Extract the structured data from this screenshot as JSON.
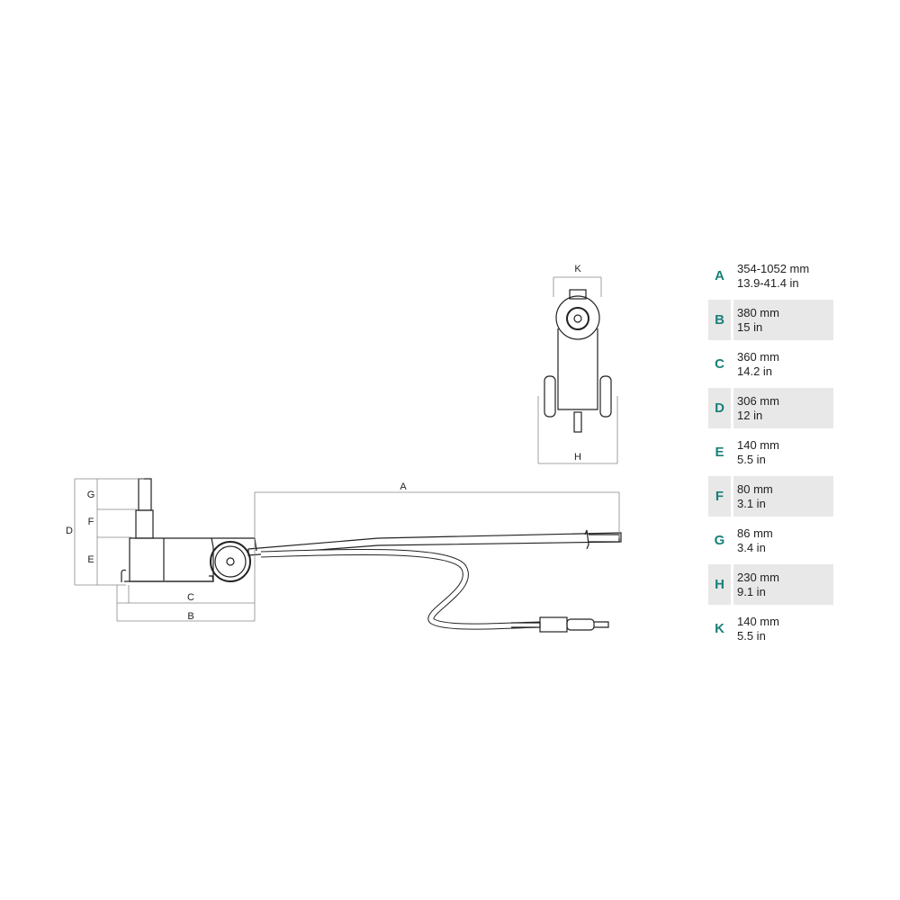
{
  "dimension_labels": {
    "A": "A",
    "B": "B",
    "C": "C",
    "D": "D",
    "E": "E",
    "F": "F",
    "G": "G",
    "H": "H",
    "K": "K"
  },
  "specs": [
    {
      "key": "A",
      "mm": "354-1052 mm",
      "in": "13.9-41.4 in"
    },
    {
      "key": "B",
      "mm": "380 mm",
      "in": "15 in"
    },
    {
      "key": "C",
      "mm": "360 mm",
      "in": "14.2 in"
    },
    {
      "key": "D",
      "mm": "306 mm",
      "in": "12 in"
    },
    {
      "key": "E",
      "mm": "140 mm",
      "in": "5.5 in"
    },
    {
      "key": "F",
      "mm": "80 mm",
      "in": "3.1 in"
    },
    {
      "key": "G",
      "mm": "86 mm",
      "in": "3.4 in"
    },
    {
      "key": "H",
      "mm": "230 mm",
      "in": "9.1 in"
    },
    {
      "key": "K",
      "mm": "140 mm",
      "in": "5.5 in"
    }
  ],
  "colors": {
    "accent": "#1a7f7a",
    "row_alt": "#e8e8e8",
    "line": "#222222",
    "dim": "#888888"
  }
}
